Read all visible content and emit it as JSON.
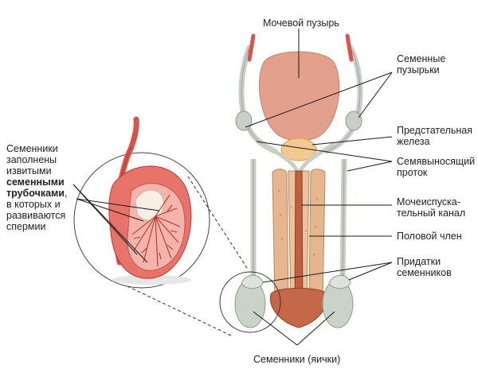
{
  "labels": {
    "bladder": "Мочевой пузырь",
    "seminal_vesicles": [
      "Семенные",
      "пузырьки"
    ],
    "prostate": [
      "Предстательная",
      "железа"
    ],
    "vas_deferens": [
      "Семявыносящий",
      "проток"
    ],
    "urethra": [
      "Мочеиспуска-",
      "тельный канал"
    ],
    "penis": "Половой член",
    "epididymis": [
      "Придатки",
      "семенников"
    ],
    "testes": "Семенники (яички)",
    "inset_caption": {
      "line1": "Семенники",
      "line2": "заполнены",
      "line3": "извитыми",
      "line4_bold": "семенными",
      "line5_bold": "трубочками",
      "line5_rest": ",",
      "line6": "в которых и",
      "line7": "развиваются",
      "line8": "спермии"
    }
  },
  "colors": {
    "bladder": "#e3a08c",
    "tissue_red": "#d9534a",
    "duct": "#c9cfc6",
    "prostate": "#f2c98e",
    "testis": "#c9d3c8",
    "penis_body": "#e6b78f",
    "urethra": "#c0603f",
    "leader": "#1a1a1a"
  }
}
